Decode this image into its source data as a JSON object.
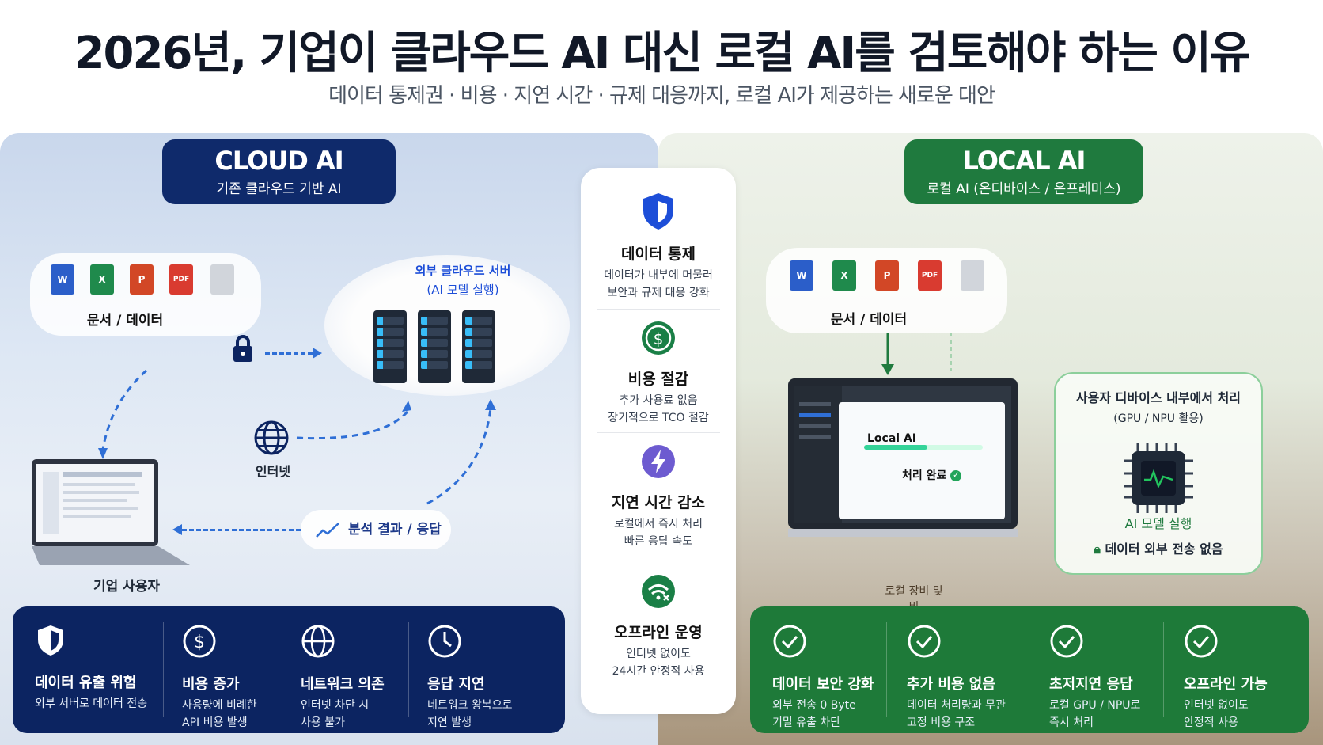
{
  "title": "2026년, 기업이 클라우드 AI 대신 로컬 AI를 검토해야 하는 이유",
  "subtitle": "데이터 통제권 · 비용 · 지연 시간 · 규제 대응까지, 로컬 AI가 제공하는 새로운 대안",
  "cloud": {
    "header": "CLOUD AI",
    "subheader": "기존 클라우드 기반 AI",
    "docs_label": "문서 / 데이터",
    "server_label_1": "외부 클라우드 서버",
    "server_label_2": "(AI 모델 실행)",
    "internet_label": "인터넷",
    "result_label": "분석 결과 / 응답",
    "user_label": "기업 사용자",
    "bottom": [
      {
        "icon": "shield-icon",
        "title": "데이터 유출 위험",
        "desc1": "외부 서버로 데이터 전송",
        "desc2": ""
      },
      {
        "icon": "dollar-icon",
        "title": "비용 증가",
        "desc1": "사용량에 비례한",
        "desc2": "API 비용 발생"
      },
      {
        "icon": "globe-icon",
        "title": "네트워크 의존",
        "desc1": "인터넷 차단 시",
        "desc2": "사용 불가"
      },
      {
        "icon": "clock-icon",
        "title": "응답 지연",
        "desc1": "네트워크 왕복으로",
        "desc2": "지연 발생"
      }
    ]
  },
  "middle": [
    {
      "icon": "shield-icon",
      "title": "데이터 통제",
      "desc1": "데이터가 내부에 머물러",
      "desc2": "보안과 규제 대응 강화"
    },
    {
      "icon": "dollar-icon",
      "title": "비용 절감",
      "desc1": "추가 사용료 없음",
      "desc2": "장기적으로 TCO 절감"
    },
    {
      "icon": "lightning-icon",
      "title": "지연 시간 감소",
      "desc1": "로컬에서 즉시 처리",
      "desc2": "빠른 응답 속도"
    },
    {
      "icon": "wifi-off-icon",
      "title": "오프라인 운영",
      "desc1": "인터넷 없이도",
      "desc2": "24시간 안정적 사용"
    }
  ],
  "local": {
    "header": "LOCAL AI",
    "subheader": "로컬 AI (온디바이스 / 온프레미스)",
    "docs_label": "문서 / 데이터",
    "app_title": "Local AI",
    "app_status": "처리 완료",
    "laptop_caption": "로컬 장비 및 비",
    "device_title_1": "사용자 디바이스 내부에서 처리",
    "device_title_2": "(GPU / NPU 활용)",
    "model_label": "AI 모델 실행",
    "no_upload_label": "데이터 외부 전송 없음",
    "bottom": [
      {
        "icon": "check-circle-icon",
        "title": "데이터 보안 강화",
        "desc1": "외부 전송 0 Byte",
        "desc2": "기밀 유출 차단"
      },
      {
        "icon": "check-circle-icon",
        "title": "추가 비용 없음",
        "desc1": "데이터 처리량과 무관",
        "desc2": "고정 비용 구조"
      },
      {
        "icon": "check-circle-icon",
        "title": "초저지연 응답",
        "desc1": "로컬 GPU / NPU로",
        "desc2": "즉시 처리"
      },
      {
        "icon": "check-circle-icon",
        "title": "오프라인 가능",
        "desc1": "인터넷 없이도",
        "desc2": "안정적 사용"
      }
    ]
  },
  "doc_icons": [
    "W",
    "X",
    "P",
    "PDF"
  ],
  "colors": {
    "cloud_navy": "#0c2461",
    "local_green": "#1e7a39",
    "link_blue": "#2f6fd6"
  }
}
